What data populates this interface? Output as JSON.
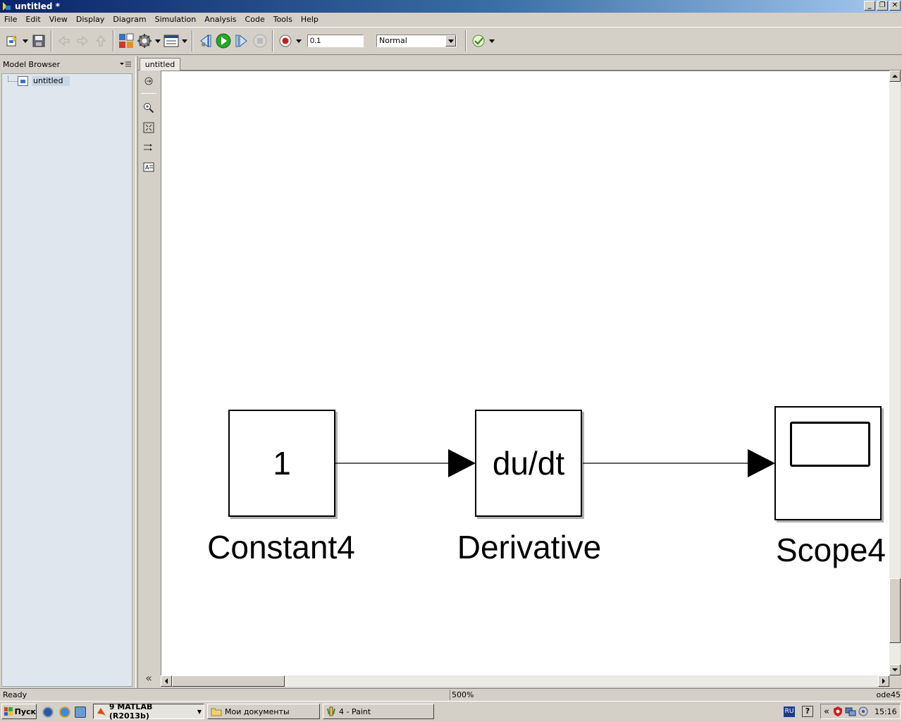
{
  "window": {
    "title": "untitled *"
  },
  "menu": [
    "File",
    "Edit",
    "View",
    "Display",
    "Diagram",
    "Simulation",
    "Analysis",
    "Code",
    "Tools",
    "Help"
  ],
  "toolbar": {
    "stop_time": "0.1",
    "sim_mode": "Normal"
  },
  "model_browser": {
    "title": "Model Browser",
    "root": "untitled"
  },
  "tab": {
    "label": "untitled"
  },
  "blocks": {
    "constant": {
      "value": "1",
      "name": "Constant4"
    },
    "derivative": {
      "symbol": "du/dt",
      "name": "Derivative"
    },
    "scope": {
      "name": "Scope4"
    }
  },
  "status": {
    "state": "Ready",
    "zoom": "500%",
    "solver": "ode45"
  },
  "taskbar": {
    "start": "Пуск",
    "tasks": [
      "9 MATLAB (R2013b)",
      "Мои документы",
      "4 - Paint"
    ],
    "lang": "RU",
    "time": "15:16"
  },
  "colors": {
    "title_start": "#0a246a",
    "title_end": "#a6caf0",
    "run_green": "#2aa52a",
    "record_red": "#c81e1e",
    "canvas": "#ffffff"
  }
}
